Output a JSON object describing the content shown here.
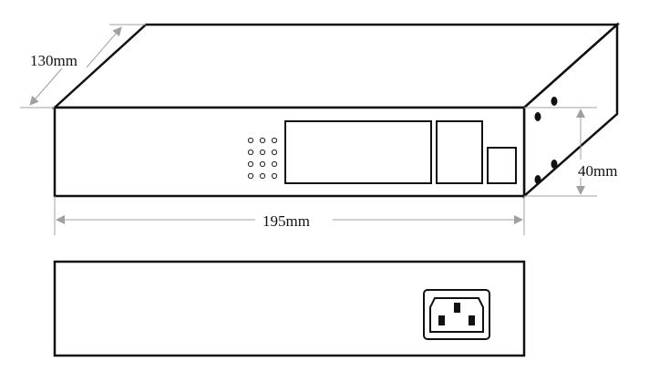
{
  "dimensions": {
    "depth": "130mm",
    "width": "195mm",
    "height": "40mm"
  },
  "colors": {
    "outline": "#111111",
    "dimension_line": "#a0a0a0"
  }
}
